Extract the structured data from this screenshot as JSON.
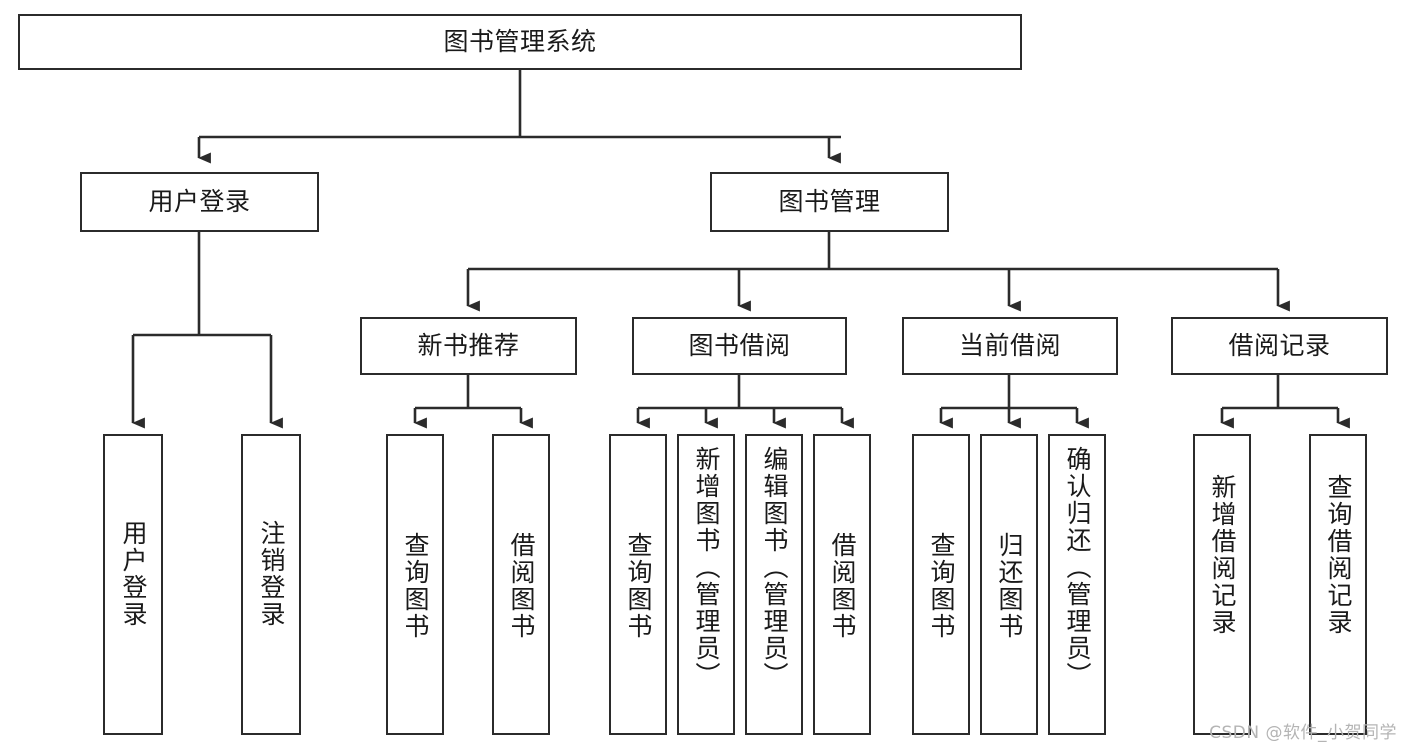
{
  "diagram": {
    "type": "tree",
    "title": "图书管理系统",
    "watermark": "CSDN @软件_小贺同学",
    "colors": {
      "stroke": "#2b2b2b",
      "fill": "#ffffff",
      "text": "#1a1a1a",
      "watermark": "#b4b4b4"
    },
    "nodes": {
      "root": {
        "label": "图书管理系统"
      },
      "level1": [
        {
          "id": "user-login",
          "label": "用户登录"
        },
        {
          "id": "book-manage",
          "label": "图书管理"
        }
      ],
      "level2": [
        {
          "id": "new-book-rec",
          "label": "新书推荐"
        },
        {
          "id": "book-borrow",
          "label": "图书借阅"
        },
        {
          "id": "current-borrow",
          "label": "当前借阅"
        },
        {
          "id": "borrow-record",
          "label": "借阅记录"
        }
      ],
      "leaves": {
        "user_login": [
          {
            "id": "leaf-user-login",
            "label": "用户登录"
          },
          {
            "id": "leaf-logout",
            "label": "注销登录"
          }
        ],
        "new_book_rec": [
          {
            "id": "leaf-query-book-1",
            "label": "查询图书"
          },
          {
            "id": "leaf-borrow-book-1",
            "label": "借阅图书"
          }
        ],
        "book_borrow": [
          {
            "id": "leaf-query-book-2",
            "label": "查询图书"
          },
          {
            "id": "leaf-add-book",
            "label": "新增图书（管理员）"
          },
          {
            "id": "leaf-edit-book",
            "label": "编辑图书（管理员）"
          },
          {
            "id": "leaf-borrow-book-2",
            "label": "借阅图书"
          }
        ],
        "current_borrow": [
          {
            "id": "leaf-query-book-3",
            "label": "查询图书"
          },
          {
            "id": "leaf-return-book",
            "label": "归还图书"
          },
          {
            "id": "leaf-confirm-return",
            "label": "确认归还（管理员）"
          }
        ],
        "borrow_record": [
          {
            "id": "leaf-add-record",
            "label": "新增借阅记录"
          },
          {
            "id": "leaf-query-record",
            "label": "查询借阅记录"
          }
        ]
      }
    }
  }
}
